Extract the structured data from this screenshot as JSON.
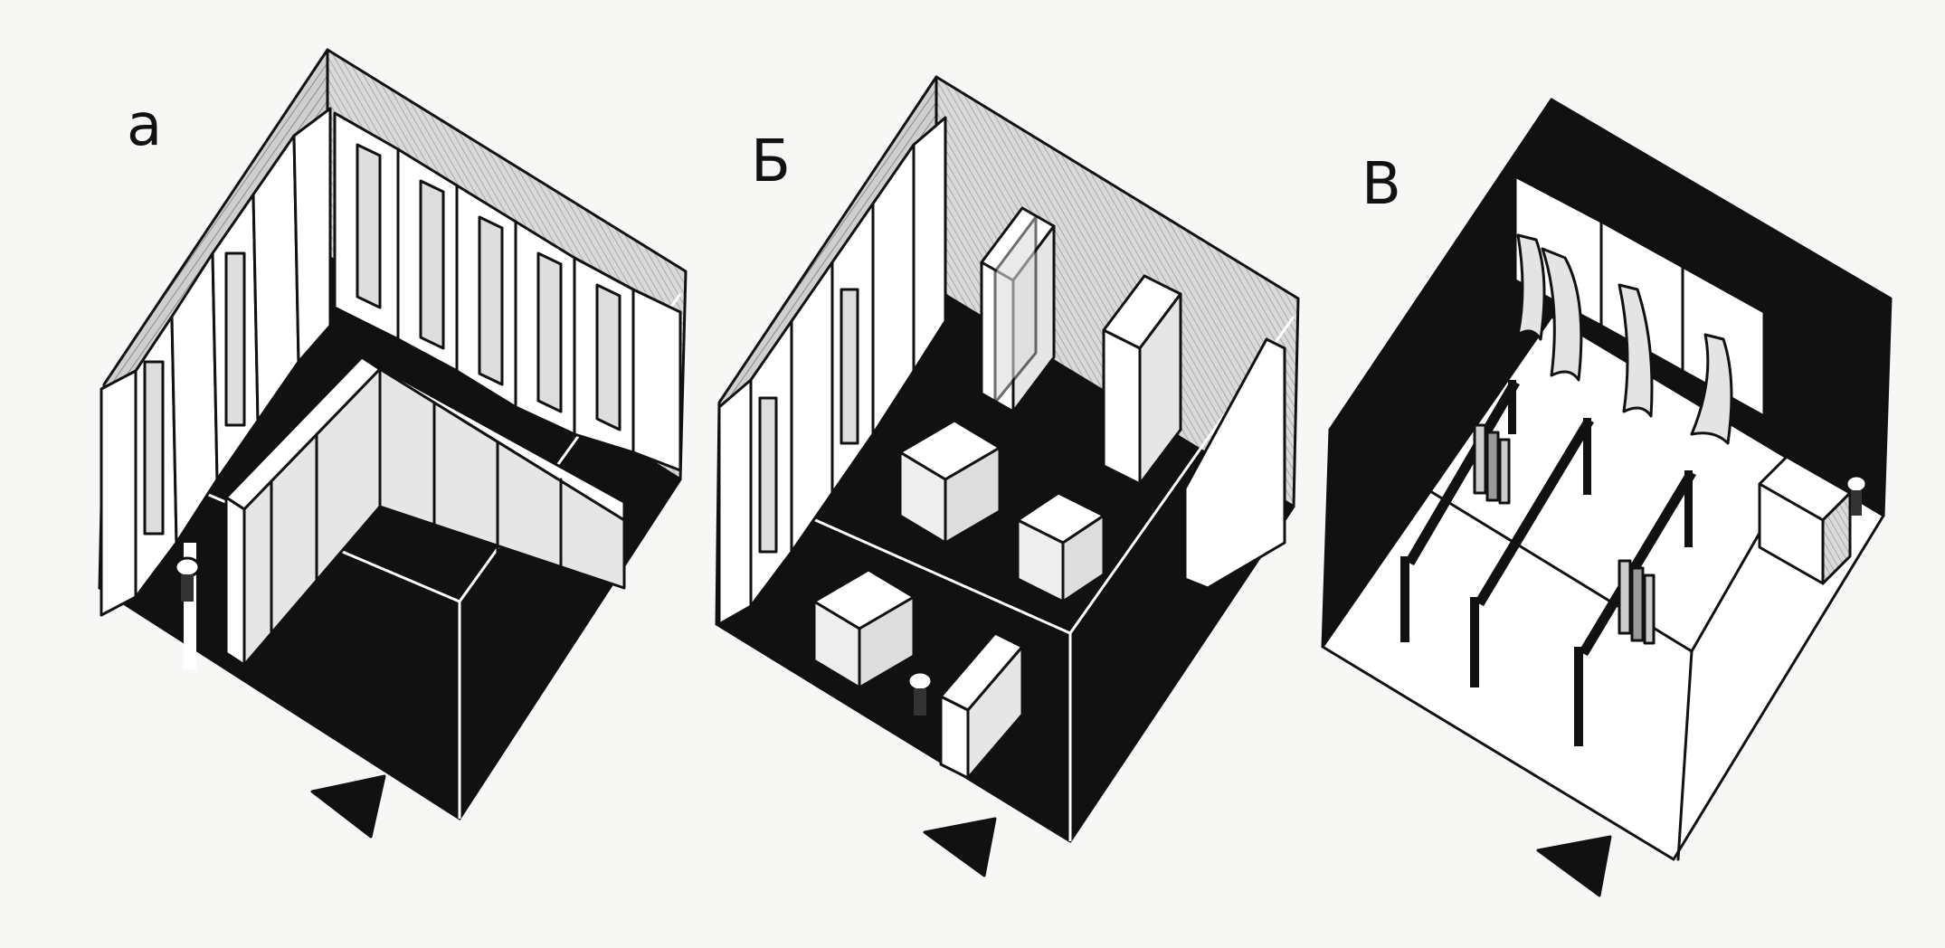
{
  "panels": [
    {
      "label": "а",
      "layout": "perimeter-and-island-shelving",
      "entry": "arrow"
    },
    {
      "label": "Б",
      "layout": "wall-shelving-with-island-cubes",
      "entry": "arrow"
    },
    {
      "label": "В",
      "layout": "hanging-rails-with-curtained-fitting-booths",
      "entry": "arrow"
    }
  ],
  "colors": {
    "ink": "#111111",
    "paper": "#f7f7f5",
    "hatch": "#9a9a9a",
    "block": "#ffffff"
  }
}
